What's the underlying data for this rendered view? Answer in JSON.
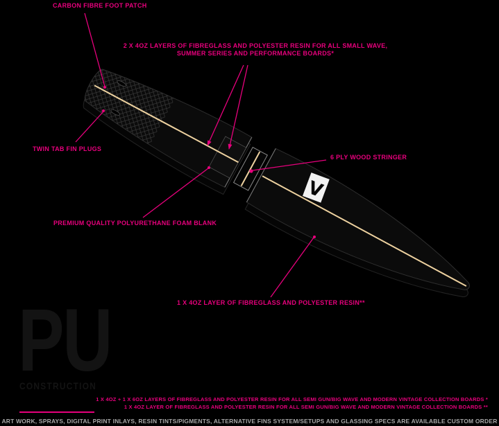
{
  "colors": {
    "background": "#000000",
    "accent": "#e8007d",
    "stringer": "#eed2a0",
    "board_fill": "#0b0b0b",
    "footer_text": "#a8a8a8",
    "watermark": "#131313"
  },
  "annotations": {
    "foot_patch": "CARBON FIBRE FOOT PATCH",
    "deck_glassing": "2 X 4OZ LAYERS OF FIBREGLASS AND POLYESTER RESIN FOR ALL SMALL WAVE, SUMMER SERIES AND PERFORMANCE BOARDS*",
    "fin_plugs": "TWIN TAB FIN PLUGS",
    "stringer": "6 PLY WOOD STRINGER",
    "foam_blank": "PREMIUM QUALITY POLYURETHANE FOAM BLANK",
    "bottom_glassing": "1 X 4OZ LAYER OF FIBREGLASS AND POLYESTER RESIN**"
  },
  "watermark": {
    "title": "PU",
    "subtitle": "CONSTRUCTION"
  },
  "logo": {
    "letter": "V"
  },
  "footnotes": [
    "1 X 4OZ + 1 X 6OZ LAYERS OF FIBREGLASS AND POLYESTER RESIN FOR ALL SEMI GUN/BIG WAVE AND MODERN VINTAGE COLLECTION BOARDS *",
    "1 X 4OZ LAYER OF FIBREGLASS AND POLYESTER RESIN FOR ALL SEMI GUN/BIG WAVE AND MODERN VINTAGE COLLECTION BOARDS **"
  ],
  "footer": "ART WORK, SPRAYS, DIGITAL PRINT INLAYS, RESIN TINTS/PIGMENTS, ALTERNATIVE FINS SYSTEM/SETUPS AND GLASSING SPECS ARE AVAILABLE CUSTOM ORDER"
}
